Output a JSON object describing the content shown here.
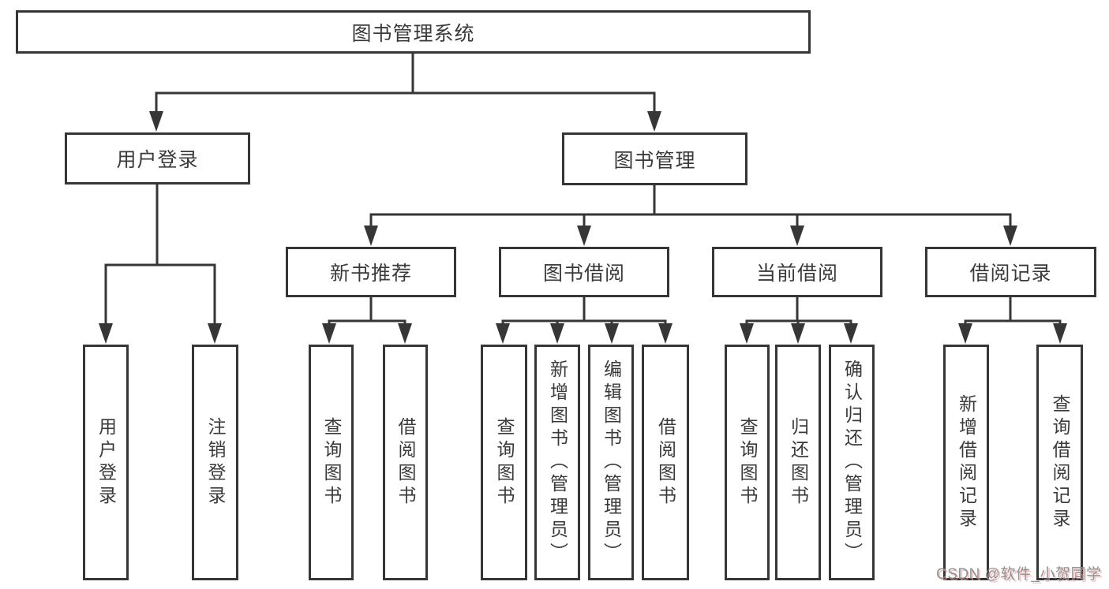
{
  "diagram": {
    "title_note": "functional structure diagram of a library management system",
    "root": {
      "label": "图书管理系统"
    },
    "branches": [
      {
        "label": "用户登录",
        "children": [
          {
            "label": "用户登录"
          },
          {
            "label": "注销登录"
          }
        ]
      },
      {
        "label": "图书管理",
        "children": [
          {
            "label": "新书推荐",
            "children": [
              {
                "label": "查询图书"
              },
              {
                "label": "借阅图书"
              }
            ]
          },
          {
            "label": "图书借阅",
            "children": [
              {
                "label": "查询图书"
              },
              {
                "label": "新增图书（管理员）"
              },
              {
                "label": "编辑图书（管理员）"
              },
              {
                "label": "借阅图书"
              }
            ]
          },
          {
            "label": "当前借阅",
            "children": [
              {
                "label": "查询图书"
              },
              {
                "label": "归还图书"
              },
              {
                "label": "确认归还（管理员）"
              }
            ]
          },
          {
            "label": "借阅记录",
            "children": [
              {
                "label": "新增借阅记录"
              },
              {
                "label": "查询借阅记录"
              }
            ]
          }
        ]
      }
    ],
    "watermark": "CSDN @软件_小贺同学",
    "colors": {
      "line": "#363636",
      "text": "#3a3a3a",
      "background": "#ffffff",
      "watermark_text": "#8a8a8a",
      "watermark_shadow": "#eea0a0"
    }
  }
}
